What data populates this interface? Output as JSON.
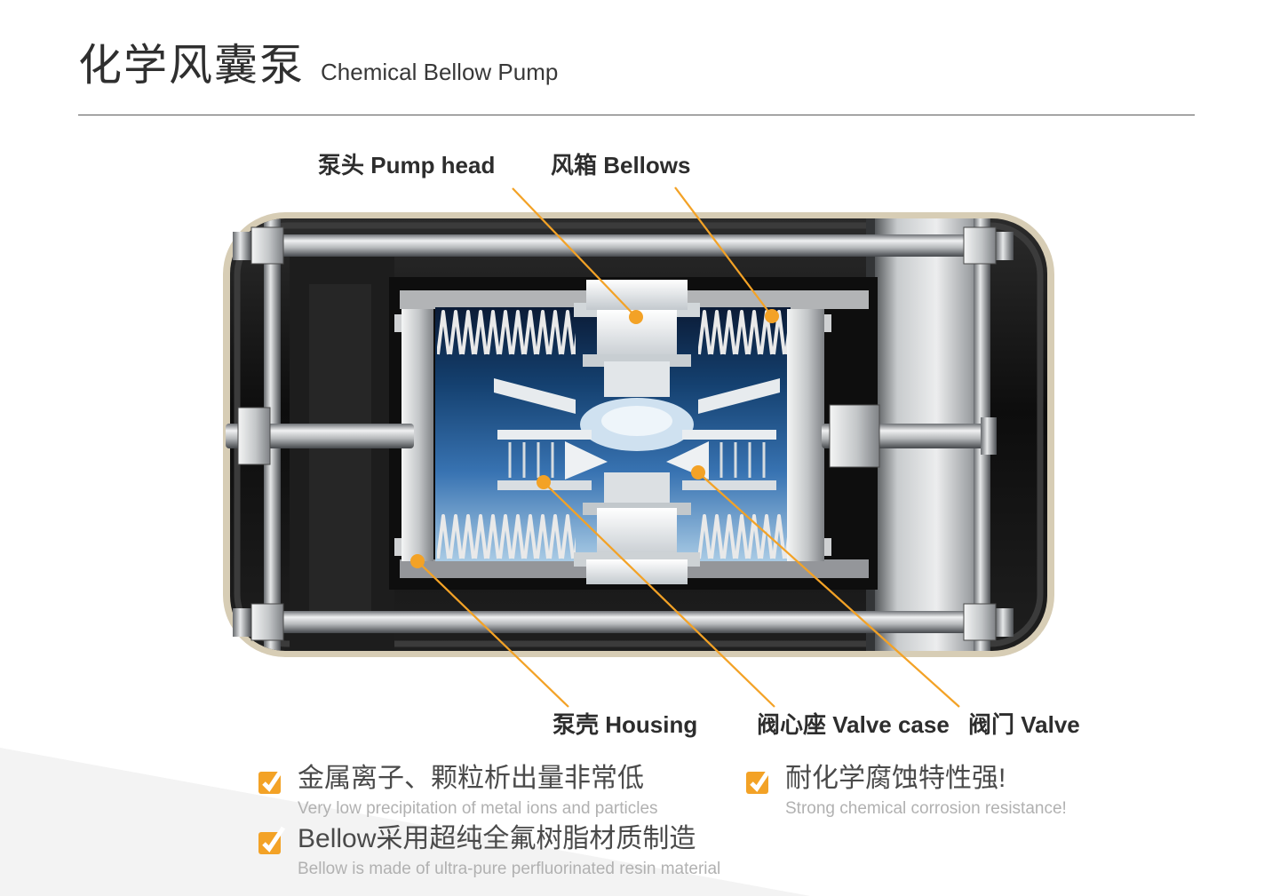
{
  "header": {
    "title_zh": "化学风囊泵",
    "title_en": "Chemical Bellow Pump"
  },
  "diagram": {
    "callouts": {
      "pump_head": "泵头 Pump head",
      "bellows": "风箱 Bellows",
      "housing": "泵壳 Housing",
      "valve_case": "阀心座 Valve case",
      "valve": "阀门 Valve"
    }
  },
  "features": [
    {
      "title": "金属离子、颗粒析出量非常低",
      "subtitle": "Very low precipitation of metal ions and particles"
    },
    {
      "title": "耐化学腐蚀特性强!",
      "subtitle": "Strong chemical corrosion resistance!"
    },
    {
      "title": "Bellow采用超纯全氟树脂材质制造",
      "subtitle": "Bellow is made of ultra-pure perfluorinated resin material"
    }
  ],
  "colors": {
    "accent": "#F3A226"
  }
}
